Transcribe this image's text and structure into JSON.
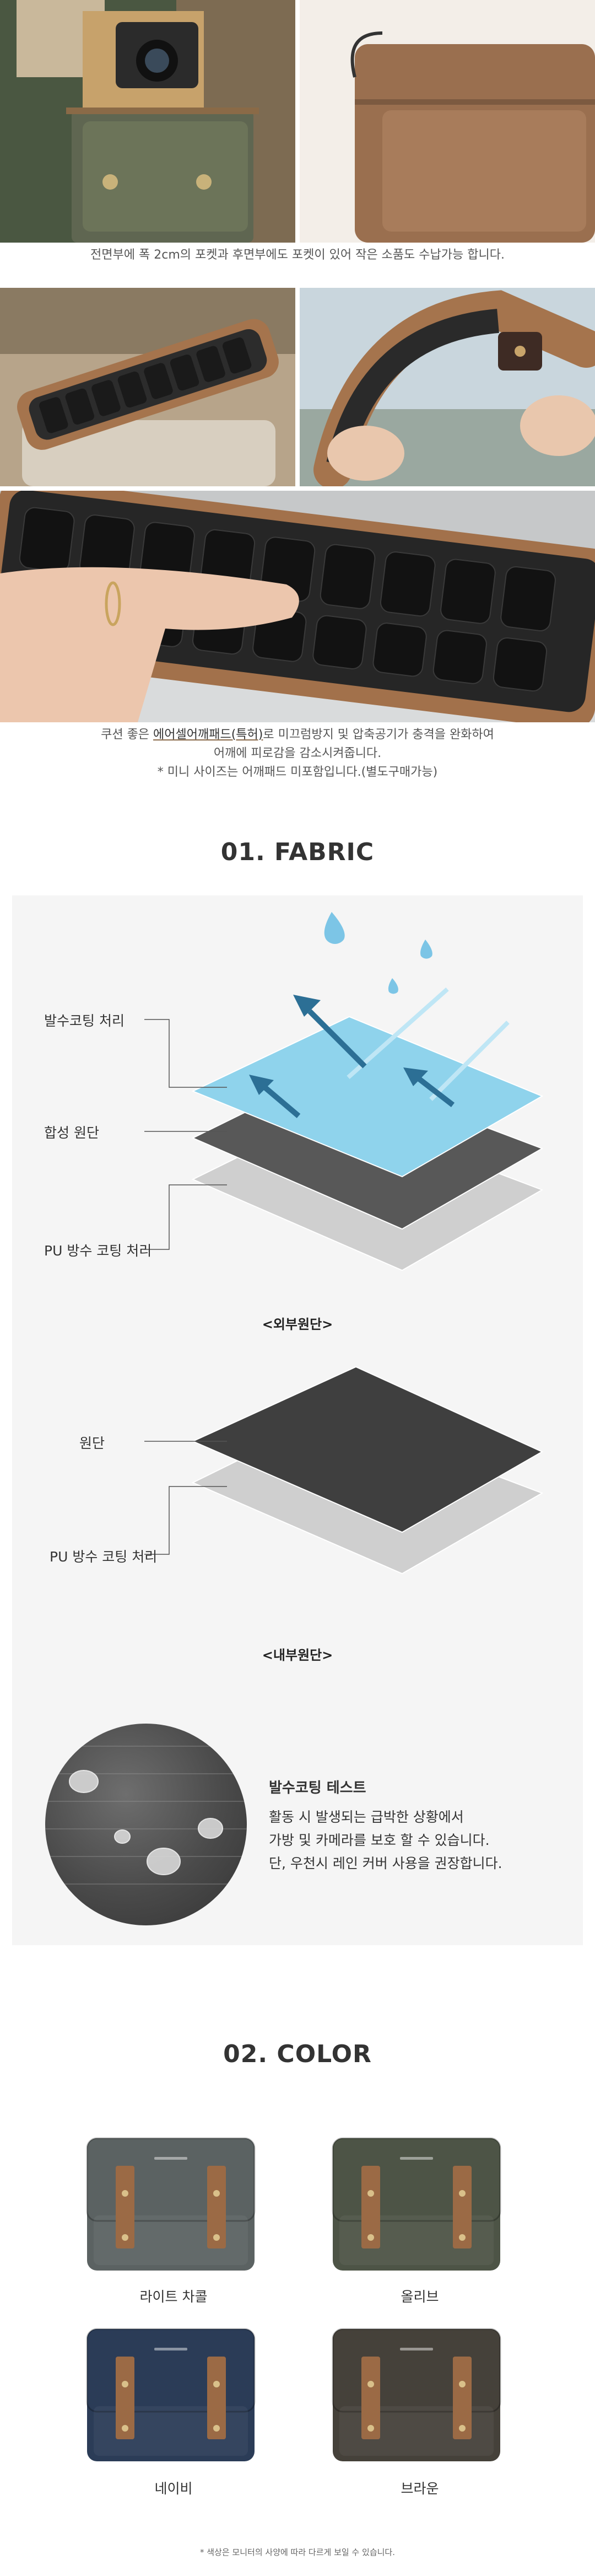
{
  "pockets": {
    "caption": "전면부에 폭 2cm의 포켓과 후면부에도 포켓이 있어 작은 소품도 수납가능 합니다."
  },
  "airpad": {
    "line1_highlight": "에어셀어깨패드(특허)",
    "line1_pre": "쿠션 좋은 ",
    "line1_post": "로 미끄럼방지 및 압축공기가 충격을 완화하여",
    "line2": "어깨에 피로감을 감소시켜줍니다.",
    "line3": "* 미니 사이즈는 어깨패드 미포함입니다.(별도구매가능)"
  },
  "fabric": {
    "title": "01. FABRIC",
    "outer": {
      "labels": [
        "발수코팅 처리",
        "합성 원단",
        "PU 방수 코팅 처리"
      ],
      "caption": "<외부원단>"
    },
    "inner": {
      "labels": [
        "원단",
        "PU 방수 코팅 처리"
      ],
      "caption": "<내부원단>"
    },
    "test": {
      "title": "발수코팅 테스트",
      "lines": [
        "활동 시 발생되는 급박한 상황에서",
        "가방 및 카메라를 보호 할 수 있습니다.",
        "단, 우천시 레인 커버 사용을 권장합니다."
      ]
    },
    "colors": {
      "top_layer": "#8fd3ec",
      "mid_layer": "#585858",
      "bottom_layer": "#cfcfcf",
      "arrow": "#2c6f95",
      "drop": "#7cc5e6"
    }
  },
  "color_section": {
    "title": "02. COLOR",
    "items": [
      {
        "name": "라이트 차콜",
        "body_color": "#5b6262"
      },
      {
        "name": "올리브",
        "body_color": "#4d5446"
      },
      {
        "name": "네이비",
        "body_color": "#2b3c57"
      },
      {
        "name": "브라운",
        "body_color": "#45413a"
      }
    ],
    "strap_color": "#9b6a45",
    "note": "* 색상은 모니터의 사양에 따라 다르게 보일 수 있습니다."
  }
}
